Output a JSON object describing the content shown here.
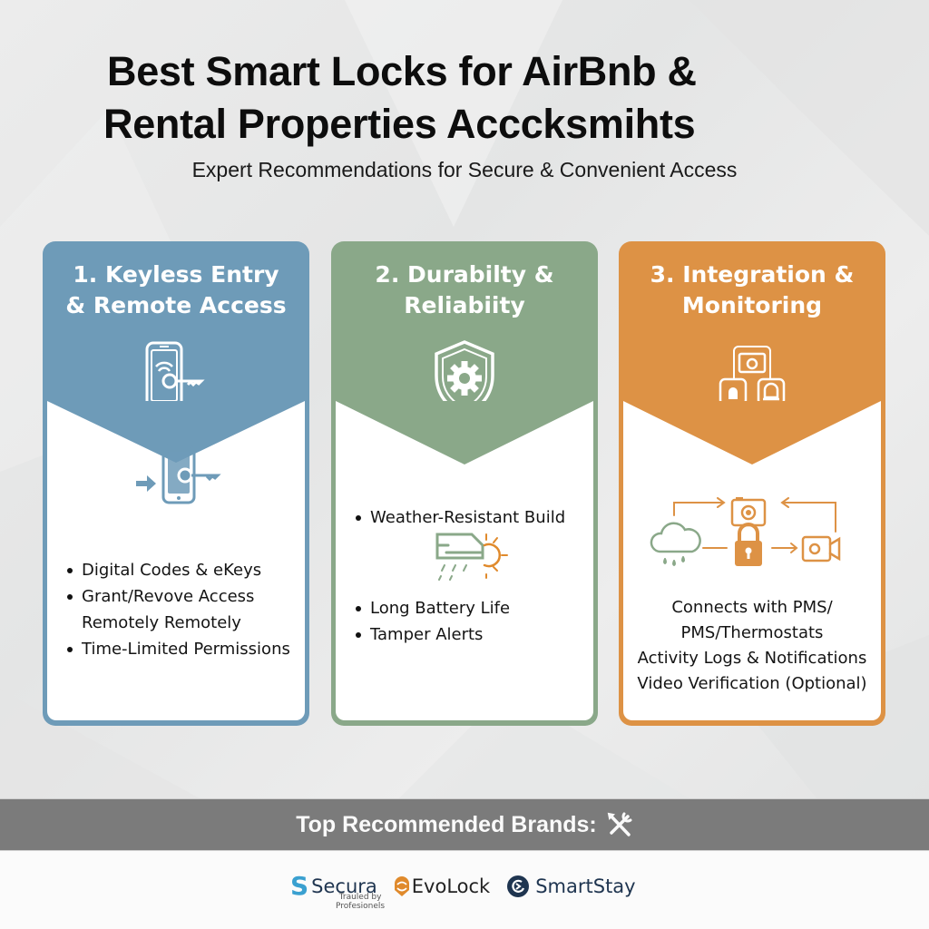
{
  "header": {
    "title_line1": "Best Smart Locks for AirBnb &",
    "title_line2": "Rental Properties Acccksmihts",
    "subtitle": "Expert Recommendations for Secure & Convenient Access"
  },
  "colors": {
    "card1": "#6e9bb8",
    "card2": "#8aa889",
    "card3": "#dd9245",
    "brand_bar": "#7b7b7b",
    "background": "#e9eaea"
  },
  "cards": [
    {
      "title_line1": "1. Keyless Entry",
      "title_line2": "& Remote Access",
      "top_icon": "phone-key-wifi-icon",
      "inner_icon": "phone-key-arrow-icon",
      "bullets": [
        "Digital Codes & eKeys",
        "Grant/Revove Access",
        "Remotely Remotely",
        "Time-Limited Permissions"
      ]
    },
    {
      "title_line1": "2. Durabilty &",
      "title_line2": "Reliabiity",
      "top_icon": "shield-gear-icon",
      "inner_icon": "weather-cloud-sun-icon",
      "bullets": [
        "Weather-Resistant Build",
        "Long Battery Life",
        "Tamper Alerts"
      ]
    },
    {
      "title_line1": "3. Integration &",
      "title_line2": "Monitoring",
      "top_icon": "connected-devices-icon",
      "inner_icon": "lock-integration-diagram-icon",
      "lines": [
        "Connects with PMS/",
        "PMS/Thermostats",
        "Activity Logs & Notifications",
        "Video Verification (Optional)"
      ]
    }
  ],
  "brands_section": {
    "label": "Top Recommended Brands:",
    "icon": "tools-icon",
    "brands": [
      {
        "name": "Secura",
        "tagline_line1": "Trauled by",
        "tagline_line2": "Profesionels",
        "color": "#1f3550",
        "logo_color": "#3aa0d0"
      },
      {
        "name": "EvoLock",
        "color": "#222222",
        "logo_color": "#e08a2c"
      },
      {
        "name": "SmartStay",
        "color": "#1f3550",
        "logo_color": "#1f3550"
      }
    ]
  }
}
